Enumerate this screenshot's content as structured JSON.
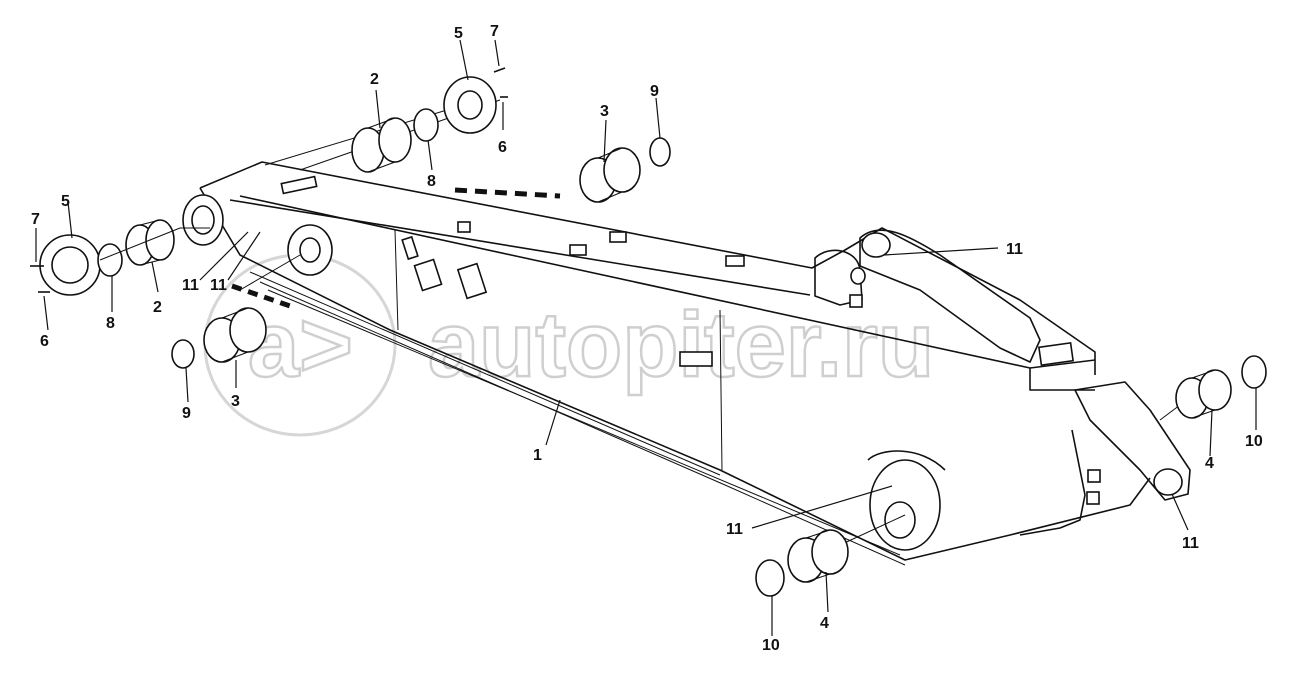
{
  "watermark": {
    "text": "autopiter.ru"
  },
  "callouts": [
    {
      "id": "c-1",
      "text": "1"
    },
    {
      "id": "c-2a",
      "text": "2"
    },
    {
      "id": "c-2b",
      "text": "2"
    },
    {
      "id": "c-3a",
      "text": "3"
    },
    {
      "id": "c-3b",
      "text": "3"
    },
    {
      "id": "c-4a",
      "text": "4"
    },
    {
      "id": "c-4b",
      "text": "4"
    },
    {
      "id": "c-5a",
      "text": "5"
    },
    {
      "id": "c-5b",
      "text": "5"
    },
    {
      "id": "c-6a",
      "text": "6"
    },
    {
      "id": "c-6b",
      "text": "6"
    },
    {
      "id": "c-7a",
      "text": "7"
    },
    {
      "id": "c-7b",
      "text": "7"
    },
    {
      "id": "c-8a",
      "text": "8"
    },
    {
      "id": "c-8b",
      "text": "8"
    },
    {
      "id": "c-9a",
      "text": "9"
    },
    {
      "id": "c-9b",
      "text": "9"
    },
    {
      "id": "c-10a",
      "text": "10"
    },
    {
      "id": "c-10b",
      "text": "10"
    },
    {
      "id": "c-11a",
      "text": "11"
    },
    {
      "id": "c-11b",
      "text": "11"
    },
    {
      "id": "c-11c",
      "text": "11"
    },
    {
      "id": "c-11d",
      "text": "11"
    },
    {
      "id": "c-11e",
      "text": "11"
    }
  ]
}
